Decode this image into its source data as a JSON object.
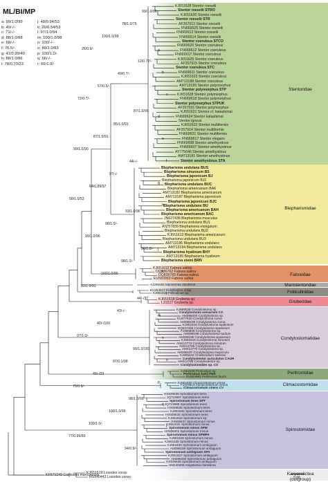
{
  "legend": {
    "title": "ML/BI/MP",
    "items": [
      {
        "key": "a",
        "value": "99/1.0/99"
      },
      {
        "key": "b",
        "value": "49/-/-"
      },
      {
        "key": "c",
        "value": "71/-/-"
      },
      {
        "key": "d",
        "value": "88/1.0/88"
      },
      {
        "key": "e",
        "value": "68/-/-"
      },
      {
        "key": "f",
        "value": "70.5/-"
      },
      {
        "key": "g",
        "value": "41/0.99/40"
      },
      {
        "key": "h",
        "value": "88/1.0/86"
      },
      {
        "key": "i",
        "value": "78/0.70/23"
      },
      {
        "key": "j",
        "value": "48/0.94/53"
      },
      {
        "key": "k",
        "value": "26/0.54/53"
      },
      {
        "key": "l",
        "value": "97/1.0/94"
      },
      {
        "key": "m",
        "value": "100/1.0/98"
      },
      {
        "key": "n",
        "value": "100/-/-"
      },
      {
        "key": "o",
        "value": "89/1.0/83"
      },
      {
        "key": "p",
        "value": "100/1.0/-"
      },
      {
        "key": "q",
        "value": "66/-/-"
      },
      {
        "key": "r",
        "value": "66/1.0/-"
      }
    ]
  },
  "colors": {
    "stentoridae": "#bcd39b",
    "blepharismidae": "#f2ea9c",
    "fabreidae": "#e19467",
    "maristentoridae": "#b0a8a4",
    "folliculinidae": "#8f8b88",
    "gruberidae": "#ee8a93",
    "condylostomatidae": "#d9cddb",
    "peritromidae": "#8fa57c",
    "climacostomidae": "#c0e0ef",
    "spirostomidae": "#c8c1dd",
    "karyorelictea": "#eeeeee"
  },
  "families": {
    "stentoridae": "Stentoridae",
    "blepharismidae": "Blepharismidae",
    "fabreidae": "Fabreidae",
    "maristentoridae": "Maristentoridae",
    "folliculinidae": "Folliculinidae",
    "gruberidae": "Gruberidae",
    "condylostomatidae": "Condylostomatidae",
    "peritromidae": "Peritromidae",
    "climacostomidae": "Climacostomidae",
    "spirostomidae": "Spirostomidae",
    "karyorelictea": "Karyorelictea",
    "outgroup": "(outgroup)"
  },
  "taxa": {
    "stentoridae": [
      "KJ651628 Stentor roeselii",
      "Stentor roeselii STRO",
      "KJ651630 Stentor roeselii",
      "Stentor roeselii STR",
      "AF357913 Stentor roeselii",
      "FN669625 Stentor roeselii",
      "FN669613 Stentor roeselii",
      "FN669614 Stentor roeselii",
      "Stentor coeruleus STCO",
      "FN669620 Stentor coeruleus",
      "FN669612 Stentor coeruleus",
      "FN669617 Stentor coeruleus",
      "KJ651625 Stentor coeruleus",
      "AF357915 Stentor coeruleus",
      "Stentor coeruleus STC",
      "FN669611 Stentor coeruleus",
      "KJ651623 Stentor coeruleus",
      "AM713188 Stentor coeruleus",
      "AM713189 Stentor polymorphus",
      "Stentor polymorphus STP",
      "KJ651628 Stentor polymorphus",
      "FN669618 Stentor polymorphus",
      "Stentor polymorphus STPUK",
      "AF357916 Stentor polymorphus",
      "KJ651621 Stentor cf. katashimai",
      "FN669624 Stentor katashimai",
      "Stentor igneus",
      "KJ651622 Stentor multiformis",
      "AF357914 Stentor multiformis",
      "FN669621 Stentor multiformis",
      "FN669617 Stentor elegans",
      "FN669608 Stentor amethystinus",
      "FN669607 Stentor amethystinus",
      "AY775046 Stentor amethystinus",
      "AM713181 Stentor amethystinus",
      "Stentor amethystinus STA"
    ],
    "blepharismidae": [
      "Blepharisma undulans BUS",
      "Blepharisma sinuosum BS",
      "Blepharisma japonicum BJ",
      "Blepharisma japonicum BJ2",
      "Blepharisma undulans BUC",
      "Blepharisma americanum BA6",
      "AM713182 Blepharisma americanum",
      "AM713187 Blepharisma japonicum",
      "Blepharisma japonicum BJC",
      "Blepharisma undulans BU",
      "Blepharisma americanum BAH",
      "Blepharisma americanum BAC",
      "JN627438 Blepharisma musculus",
      "Blepharisma undulans BU1",
      "AY757839 Blepharisma elongatum",
      "Blepharisma undulans BU2",
      "KJ651613 Blepharisma americanum",
      "Blepharisma undulans BU3",
      "AM713186 Blepharisma undulans",
      "AM713184 Blepharisma undulans",
      "Blepharisma hyalinum BHY",
      "AM713185 Blepharisma hyalinum",
      "Blepharisma steini BRN"
    ],
    "fabreidae": [
      "KJ651612 Fabrea salina",
      "DQ836762 Fabrea salina",
      "DQ836765 Fabrea salina",
      "EU583993 Fabrea salina"
    ],
    "maristentoridae": [
      "AJ296452 Maristentor dinoferus"
    ],
    "folliculinidae": [
      "EU264617 Eufolliculina uhligi",
      "KJ651615 Folliculinae sp."
    ],
    "gruberidae": [
      "KJ651618 Gruberia sp.",
      "L31517 Gruberia sp."
    ],
    "condylostomatidae": [
      "KJ689026 Condylostoma sp.",
      "Condylostoma arenarium CA",
      "AM398200 Condylostoma sp.",
      "EU877620 Condylostoma curva",
      "AM398199 Condylostoma curva",
      "KJ651616 Condylostoma spatiosum",
      "DQ837455 Condylostoma spatiosum",
      "FJ380809 Condylostoma sp.",
      "AM398199 Condylostoma tardum",
      "AM398196 Condylostoma spatiosum",
      "KJ651619 Condylostoma minutum",
      "AM412774 Condylostoma minutum",
      "AM412765 Condylostoma sp.",
      "AM412770 Condylostoma sp.",
      "AM398197 Condylostoma majuscula",
      "KJ695244 Chattonidium setense",
      "Condylostentor auriculatus CAUR",
      "AM412768 Condylostentor sp.",
      "Condylostomides sp. CS"
    ],
    "peritromidae": [
      "KJ651626 Peritromus sp.",
      "Peritromus kahli PER",
      "EU583993 Peritromus faurei"
    ],
    "climacostomidae": [
      "KJ651630 Climacostomum virens",
      "FJ379913 Climacostomum virens",
      "Climacostomum virens CV"
    ],
    "spirostomidae": [
      "HS939538 Spirostomum teres",
      "JQ723987 Spirostomum teres",
      "Spirostomum teres SPT",
      "JQ723988 Spirostomum teres",
      "HS939535 Spirostomum teres",
      "KJ651632 Spirostomum teres",
      "HS939534 Spirostomum teres",
      "KJ651633 Spirostomum sp.",
      "HS939537 Spirostomum minus",
      "KJ651631 Spirostomum minus",
      "Spirostomum minus SPM",
      "AM398201 Spirostomum minus",
      "Spirostomum minus SPMPA",
      "KJ651629 Spirostomum minus",
      "KJ651635 Spirostomum minus",
      "KJ651634 Spirostomum ambiguum",
      "AM398185 Spirostomum ambiguum",
      "Spirostomum ambiguum SPA",
      "KJ651627 Spirostomum ambiguum",
      "AM398200 Spirostomum ambiguum",
      "HS939536 Spirostomum ambiguum",
      "HM140406 Anigsteinia clarissima"
    ],
    "karyorelictea": [
      "KJ651619 Loxodes vorax",
      "HS940443 Loxodes vorax"
    ],
    "outgroup": [
      "KF970249 Corlissina maricaensis"
    ]
  },
  "support_labels": [
    "99/1.0/96",
    "78/1.0/75",
    "100/1.0/99",
    "26/0.9/-",
    "12/0.77/-",
    "49/0.7/-",
    "57/0.5/-",
    "72/0.7/-",
    "87/1.0/99",
    "85/1.0/91",
    "87/1.0/91",
    "99/1.0/90",
    "44/-/-",
    "97/-/-",
    "64/0.89/97",
    "58/1.0/53",
    "93/1.0/96",
    "98/1.0/-",
    "99/1.0/96",
    "96/1.0/-",
    "98/1.0/-",
    "100/1.0/99",
    "82/1.0/91",
    "44/-/37",
    "43/-/-",
    "40/-/100",
    "97/1.0/-",
    "99/1.0/100",
    "97/0.1/98",
    "45/-/23",
    "75/0.9/-",
    "98/1.0/99",
    "100/1.0/99",
    "100/1.0/-",
    "77/0.99/83",
    "94/0.9/-"
  ],
  "clade_letters": [
    "a",
    "b",
    "c",
    "d",
    "e",
    "f",
    "g",
    "h",
    "i",
    "j",
    "k",
    "l",
    "m",
    "n",
    "o",
    "p",
    "q",
    "r"
  ],
  "scale_bar": "0.06"
}
